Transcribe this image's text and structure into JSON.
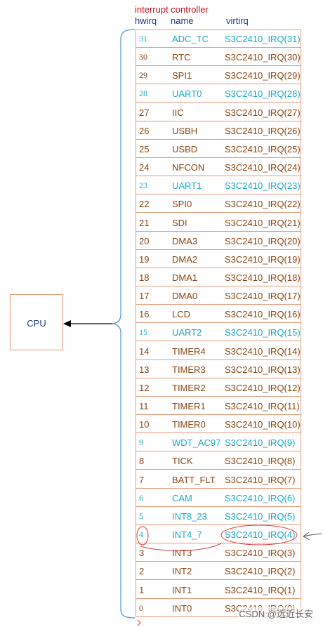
{
  "header": {
    "title": "interrupt controller",
    "col_hwirq": "hwirq",
    "col_name": "name",
    "col_virtirq": "virtirq"
  },
  "cpu_label": "CPU",
  "watermark": "CSDN @远近长安",
  "colors": {
    "border": "#e39a7a",
    "brown": "#8b4513",
    "cyan": "#1ba8c8",
    "title_red": "#c0141e",
    "bracket_blue": "#5b9bd5",
    "annotation_red": "#d94040"
  },
  "rows": [
    {
      "hwirq": "31",
      "name": "ADC_TC",
      "virtirq": "S3C2410_IRQ(31)",
      "color": "#1ba8c8",
      "serif": true
    },
    {
      "hwirq": "30",
      "name": "RTC",
      "virtirq": "S3C2410_IRQ(30)",
      "color": "#8b4513",
      "serif": true
    },
    {
      "hwirq": "29",
      "name": "SPI1",
      "virtirq": "S3C2410_IRQ(29)",
      "color": "#8b4513",
      "serif": true
    },
    {
      "hwirq": "28",
      "name": "UART0",
      "virtirq": "S3C2410_IRQ(28)",
      "color": "#1ba8c8",
      "serif": true
    },
    {
      "hwirq": "27",
      "name": "IIC",
      "virtirq": "S3C2410_IRQ(27)",
      "color": "#8b4513",
      "serif": false
    },
    {
      "hwirq": "26",
      "name": "USBH",
      "virtirq": "S3C2410_IRQ(26)",
      "color": "#8b4513",
      "serif": false
    },
    {
      "hwirq": "25",
      "name": "USBD",
      "virtirq": "S3C2410_IRQ(25)",
      "color": "#8b4513",
      "serif": false
    },
    {
      "hwirq": "24",
      "name": "NFCON",
      "virtirq": "S3C2410_IRQ(24)",
      "color": "#8b4513",
      "serif": false
    },
    {
      "hwirq": "23",
      "name": "UART1",
      "virtirq": "S3C2410_IRQ(23)",
      "color": "#1ba8c8",
      "serif": true
    },
    {
      "hwirq": "22",
      "name": "SPI0",
      "virtirq": "S3C2410_IRQ(22)",
      "color": "#8b4513",
      "serif": false
    },
    {
      "hwirq": "21",
      "name": "SDI",
      "virtirq": "S3C2410_IRQ(21)",
      "color": "#8b4513",
      "serif": false
    },
    {
      "hwirq": "20",
      "name": "DMA3",
      "virtirq": "S3C2410_IRQ(20)",
      "color": "#8b4513",
      "serif": false
    },
    {
      "hwirq": "19",
      "name": "DMA2",
      "virtirq": "S3C2410_IRQ(19)",
      "color": "#8b4513",
      "serif": false
    },
    {
      "hwirq": "18",
      "name": "DMA1",
      "virtirq": "S3C2410_IRQ(18)",
      "color": "#8b4513",
      "serif": false
    },
    {
      "hwirq": "17",
      "name": "DMA0",
      "virtirq": "S3C2410_IRQ(17)",
      "color": "#8b4513",
      "serif": false
    },
    {
      "hwirq": "16",
      "name": "LCD",
      "virtirq": "S3C2410_IRQ(16)",
      "color": "#8b4513",
      "serif": false
    },
    {
      "hwirq": "15",
      "name": "UART2",
      "virtirq": "S3C2410_IRQ(15)",
      "color": "#1ba8c8",
      "serif": true
    },
    {
      "hwirq": "14",
      "name": "TIMER4",
      "virtirq": "S3C2410_IRQ(14)",
      "color": "#8b4513",
      "serif": false
    },
    {
      "hwirq": "13",
      "name": "TIMER3",
      "virtirq": "S3C2410_IRQ(13)",
      "color": "#8b4513",
      "serif": false
    },
    {
      "hwirq": "12",
      "name": "TIMER2",
      "virtirq": "S3C2410_IRQ(12)",
      "color": "#8b4513",
      "serif": false
    },
    {
      "hwirq": "11",
      "name": "TIMER1",
      "virtirq": "S3C2410_IRQ(11)",
      "color": "#8b4513",
      "serif": false
    },
    {
      "hwirq": "10",
      "name": "TIMER0",
      "virtirq": "S3C2410_IRQ(10)",
      "color": "#8b4513",
      "serif": false
    },
    {
      "hwirq": "9",
      "name": "WDT_AC97",
      "virtirq": "S3C2410_IRQ(9)",
      "color": "#1ba8c8",
      "serif": true
    },
    {
      "hwirq": "8",
      "name": "TICK",
      "virtirq": "S3C2410_IRQ(8)",
      "color": "#8b4513",
      "serif": false
    },
    {
      "hwirq": "7",
      "name": "BATT_FLT",
      "virtirq": "S3C2410_IRQ(7)",
      "color": "#8b4513",
      "serif": false
    },
    {
      "hwirq": "6",
      "name": "CAM",
      "virtirq": "S3C2410_IRQ(6)",
      "color": "#1ba8c8",
      "serif": true
    },
    {
      "hwirq": "5",
      "name": "INT8_23",
      "virtirq": "S3C2410_IRQ(5)",
      "color": "#1ba8c8",
      "serif": true
    },
    {
      "hwirq": "4",
      "name": "INT4_7",
      "virtirq": "S3C2410_IRQ(4)",
      "color": "#1ba8c8",
      "serif": true
    },
    {
      "hwirq": "3",
      "name": "INT3",
      "virtirq": "S3C2410_IRQ(3)",
      "color": "#8b4513",
      "serif": false
    },
    {
      "hwirq": "2",
      "name": "INT2",
      "virtirq": "S3C2410_IRQ(2)",
      "color": "#8b4513",
      "serif": false
    },
    {
      "hwirq": "1",
      "name": "INT1",
      "virtirq": "S3C2410_IRQ(1)",
      "color": "#8b4513",
      "serif": false
    },
    {
      "hwirq": "0",
      "name": "INT0",
      "virtirq": "S3C2410_IRQ(0)",
      "color": "#8b4513",
      "serif": true
    }
  ]
}
